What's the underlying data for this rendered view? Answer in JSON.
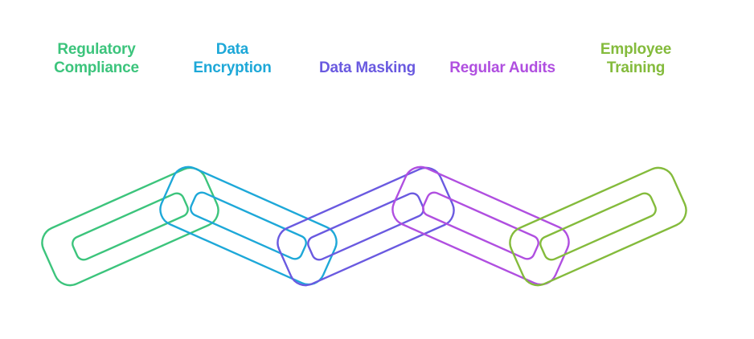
{
  "links": [
    {
      "id": "regulatory-compliance",
      "lines": [
        "Regulatory",
        "Compliance"
      ],
      "color": "#3cc47c"
    },
    {
      "id": "data-encryption",
      "lines": [
        "Data",
        "Encryption"
      ],
      "color": "#1ea8d8"
    },
    {
      "id": "data-masking",
      "lines": [
        "Data Masking"
      ],
      "color": "#6a5ae0"
    },
    {
      "id": "regular-audits",
      "lines": [
        "Regular Audits"
      ],
      "color": "#b04fe0"
    },
    {
      "id": "employee-training",
      "lines": [
        "Employee",
        "Training"
      ],
      "color": "#84bb3c"
    }
  ]
}
